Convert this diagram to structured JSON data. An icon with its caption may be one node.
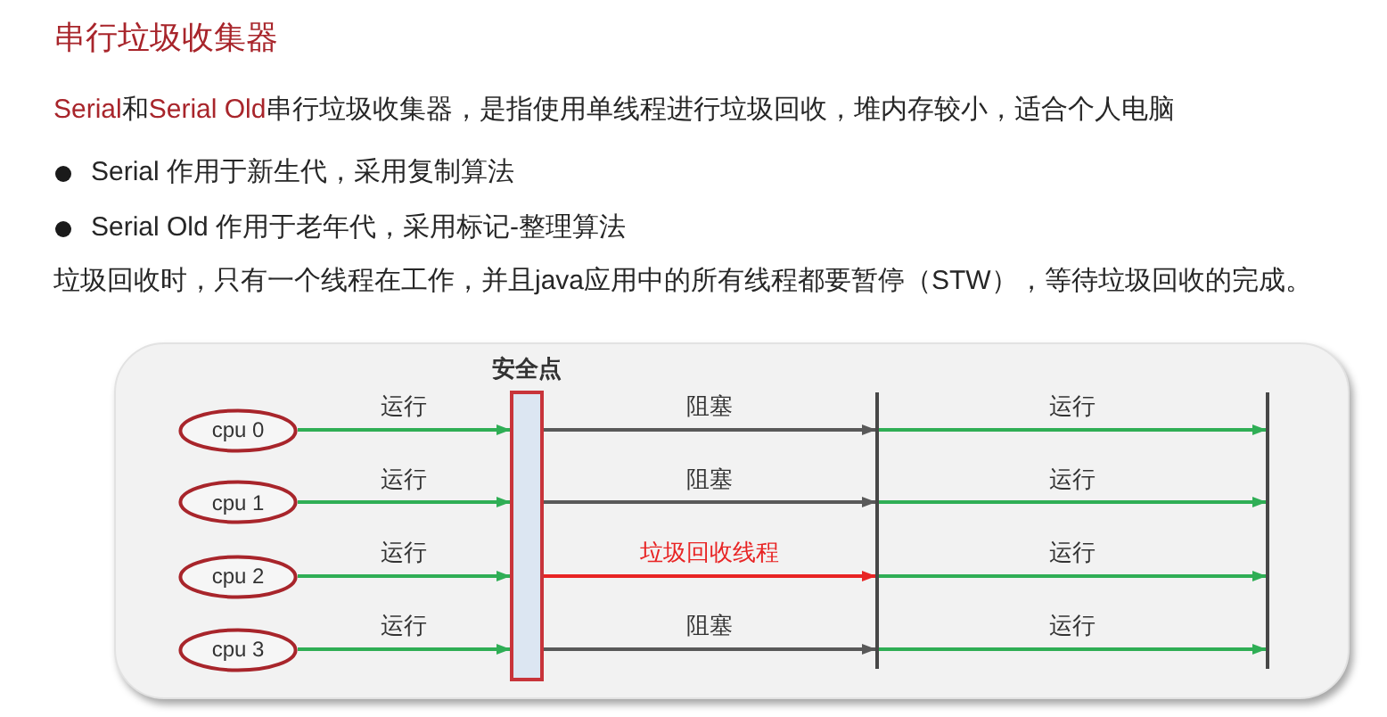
{
  "diagram": {
    "title": "串行垃圾收集器",
    "nodes": [
      {
        "text": [
          "cpu 0"
        ]
      },
      {
        "text": [
          "cpu 1"
        ]
      },
      {
        "text": [
          "cpu 2"
        ]
      },
      {
        "text": [
          "cpu 3"
        ]
      },
      {
        "text": [
          "安全点"
        ]
      },
      {
        "text": [],
        "shape": "bar"
      },
      {
        "text": [],
        "shape": "bar"
      }
    ],
    "edges": [
      {
        "from": 0,
        "to": 4,
        "arrow": "to",
        "label": "运行"
      },
      {
        "from": 4,
        "to": 5,
        "arrow": "to",
        "label": "阻塞",
        "color": "#595959"
      },
      {
        "from": 5,
        "to": 6,
        "arrow": "to",
        "label": "运行"
      },
      {
        "from": 1,
        "to": 4,
        "arrow": "to",
        "label": "运行"
      },
      {
        "from": 4,
        "to": 5,
        "arrow": "to",
        "label": "阻塞",
        "color": "#595959"
      },
      {
        "from": 5,
        "to": 6,
        "arrow": "to",
        "label": "运行"
      },
      {
        "from": 2,
        "to": 4,
        "arrow": "to",
        "label": "运行"
      },
      {
        "from": 4,
        "to": 5,
        "arrow": "to",
        "label": "垃圾回收线程",
        "color": "#e82424"
      },
      {
        "from": 5,
        "to": 6,
        "arrow": "to",
        "label": "运行"
      },
      {
        "from": 3,
        "to": 4,
        "arrow": "to",
        "label": "运行"
      },
      {
        "from": 4,
        "to": 5,
        "arrow": "to",
        "label": "阻塞",
        "color": "#595959"
      },
      {
        "from": 5,
        "to": 6,
        "arrow": "to",
        "label": "运行"
      }
    ],
    "labels": [
      "**Serial**和**Serial Old**串行垃圾收集器，是指使用单线程进行垃圾回收，堆内存较小，适合个人电脑",
      "Serial 作用于新生代，采用复制算法",
      "Serial Old 作用于老年代，采用标记-整理算法",
      "垃圾回收时，只有一个线程在工作，并且java应用中的所有线程都要暂停（STW），等待垃圾回收的完成。"
    ]
  }
}
